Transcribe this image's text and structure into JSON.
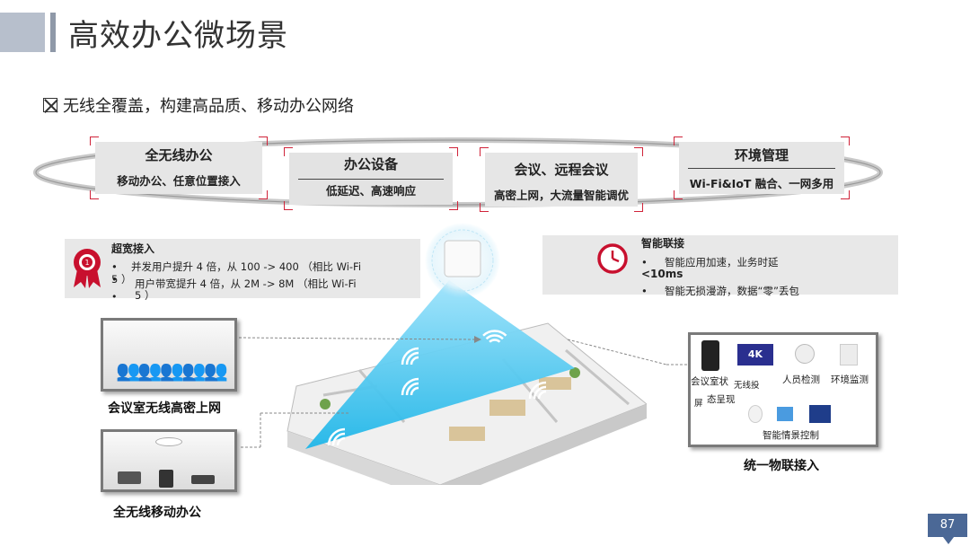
{
  "title": "高效办公微场景",
  "subtitle": "无线全覆盖，构建高品质、移动办公网络",
  "categories": [
    {
      "title": "全无线办公",
      "desc": "移动办公、任意位置接入"
    },
    {
      "title": "办公设备",
      "desc": "低延迟、高速响应"
    },
    {
      "title": "会议、远程会议",
      "desc": "高密上网，大流量智能调优"
    },
    {
      "title": "环境管理",
      "desc": "Wi-Fi&IoT 融合、一网多用"
    }
  ],
  "left_panel": {
    "title": "超宽接入",
    "line1": "并发用户提升 4 倍，从 100 -> 400 （相比 Wi-Fi",
    "line2": "5 ）",
    "line3": "用户带宽提升 4 倍，从 2M -> 8M （相比 Wi-Fi",
    "line4": "5 ）"
  },
  "right_panel": {
    "title": "智能联接",
    "line1": "智能应用加速，业务时延",
    "line2": "<10ms",
    "line3": "智能无损漫游，数据“零”丢包"
  },
  "meeting_room_label": "会议室无线高密上网",
  "mobile_office_label": "全无线移动办公",
  "iot": {
    "label": "统一物联接入",
    "item1": "会议室状",
    "item1b": "屏",
    "item1c": "态呈现",
    "item2": "无线投",
    "item2_badge": "4K",
    "item3": "人员检测",
    "item4": "环境监测",
    "item5": "智能情景控制"
  },
  "page_number": "87",
  "colors": {
    "accent_red": "#d0243a",
    "wifi_blue": "#1fb6e8",
    "page_badge": "#4b6896"
  }
}
